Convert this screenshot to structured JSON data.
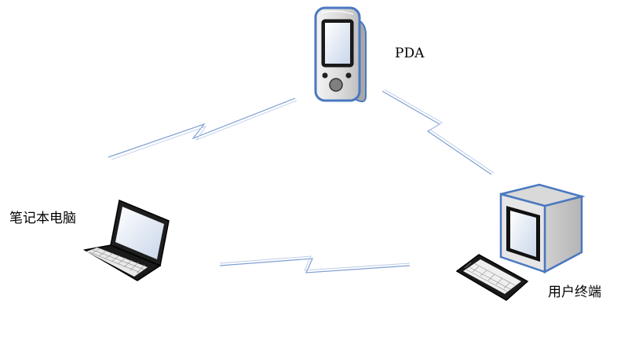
{
  "nodes": {
    "pda": {
      "label": "PDA"
    },
    "laptop": {
      "label": "笔记本电脑"
    },
    "terminal": {
      "label": "用户终端"
    }
  },
  "links": [
    {
      "from": "pda",
      "to": "laptop",
      "type": "wireless"
    },
    {
      "from": "pda",
      "to": "terminal",
      "type": "wireless"
    },
    {
      "from": "laptop",
      "to": "terminal",
      "type": "wireless"
    }
  ],
  "colors": {
    "device_outline": "#4a78c0",
    "screen": "#dde6f3",
    "link": "#7f9fd3",
    "dark": "#111111"
  }
}
